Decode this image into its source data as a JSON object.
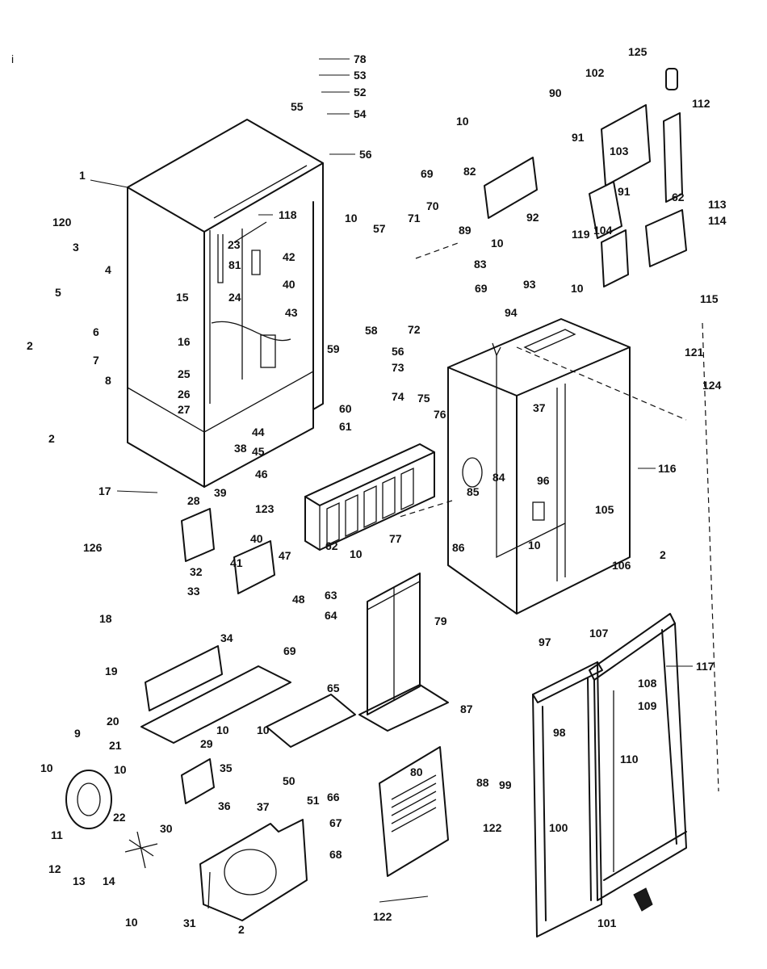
{
  "diagram": {
    "corner_mark": "i",
    "labels": [
      {
        "id": "78",
        "text": "78"
      },
      {
        "id": "53",
        "text": "53"
      },
      {
        "id": "52",
        "text": "52"
      },
      {
        "id": "54",
        "text": "54"
      },
      {
        "id": "55",
        "text": "55"
      },
      {
        "id": "56a",
        "text": "56"
      },
      {
        "id": "1",
        "text": "1"
      },
      {
        "id": "118",
        "text": "118"
      },
      {
        "id": "23",
        "text": "23"
      },
      {
        "id": "42",
        "text": "42"
      },
      {
        "id": "81a",
        "text": "81"
      },
      {
        "id": "40a",
        "text": "40"
      },
      {
        "id": "15",
        "text": "15"
      },
      {
        "id": "24",
        "text": "24"
      },
      {
        "id": "43",
        "text": "43"
      },
      {
        "id": "16",
        "text": "16"
      },
      {
        "id": "25",
        "text": "25"
      },
      {
        "id": "26",
        "text": "26"
      },
      {
        "id": "27",
        "text": "27"
      },
      {
        "id": "120",
        "text": "120"
      },
      {
        "id": "3",
        "text": "3"
      },
      {
        "id": "4",
        "text": "4"
      },
      {
        "id": "5",
        "text": "5"
      },
      {
        "id": "6",
        "text": "6"
      },
      {
        "id": "2a",
        "text": "2"
      },
      {
        "id": "7",
        "text": "7"
      },
      {
        "id": "8",
        "text": "8"
      },
      {
        "id": "2b",
        "text": "2"
      },
      {
        "id": "17",
        "text": "17"
      },
      {
        "id": "126",
        "text": "126"
      },
      {
        "id": "28",
        "text": "28"
      },
      {
        "id": "39",
        "text": "39"
      },
      {
        "id": "40b",
        "text": "40"
      },
      {
        "id": "41",
        "text": "41"
      },
      {
        "id": "32",
        "text": "32"
      },
      {
        "id": "33",
        "text": "33"
      },
      {
        "id": "47",
        "text": "47"
      },
      {
        "id": "48",
        "text": "48"
      },
      {
        "id": "18",
        "text": "18"
      },
      {
        "id": "34",
        "text": "34"
      },
      {
        "id": "19",
        "text": "19"
      },
      {
        "id": "20",
        "text": "20"
      },
      {
        "id": "21",
        "text": "21"
      },
      {
        "id": "10a",
        "text": "10"
      },
      {
        "id": "9",
        "text": "9"
      },
      {
        "id": "10b",
        "text": "10"
      },
      {
        "id": "10c",
        "text": "10"
      },
      {
        "id": "11",
        "text": "11"
      },
      {
        "id": "22",
        "text": "22"
      },
      {
        "id": "29",
        "text": "29"
      },
      {
        "id": "35",
        "text": "35"
      },
      {
        "id": "36",
        "text": "36"
      },
      {
        "id": "37a",
        "text": "37"
      },
      {
        "id": "30",
        "text": "30"
      },
      {
        "id": "12",
        "text": "12"
      },
      {
        "id": "13",
        "text": "13"
      },
      {
        "id": "14",
        "text": "14"
      },
      {
        "id": "10d",
        "text": "10"
      },
      {
        "id": "31",
        "text": "31"
      },
      {
        "id": "2c",
        "text": "2"
      },
      {
        "id": "44",
        "text": "44"
      },
      {
        "id": "45",
        "text": "45"
      },
      {
        "id": "38",
        "text": "38"
      },
      {
        "id": "46",
        "text": "46"
      },
      {
        "id": "123",
        "text": "123"
      },
      {
        "id": "10e",
        "text": "10"
      },
      {
        "id": "57",
        "text": "57"
      },
      {
        "id": "71",
        "text": "71"
      },
      {
        "id": "70",
        "text": "70"
      },
      {
        "id": "89",
        "text": "89"
      },
      {
        "id": "58",
        "text": "58"
      },
      {
        "id": "72",
        "text": "72"
      },
      {
        "id": "59",
        "text": "59"
      },
      {
        "id": "56b",
        "text": "56"
      },
      {
        "id": "73",
        "text": "73"
      },
      {
        "id": "74",
        "text": "74"
      },
      {
        "id": "60",
        "text": "60"
      },
      {
        "id": "75",
        "text": "75"
      },
      {
        "id": "76",
        "text": "76"
      },
      {
        "id": "61",
        "text": "61"
      },
      {
        "id": "77",
        "text": "77"
      },
      {
        "id": "62a",
        "text": "62"
      },
      {
        "id": "10f",
        "text": "10"
      },
      {
        "id": "63",
        "text": "63"
      },
      {
        "id": "64",
        "text": "64"
      },
      {
        "id": "79",
        "text": "79"
      },
      {
        "id": "69a",
        "text": "69"
      },
      {
        "id": "65",
        "text": "65"
      },
      {
        "id": "10g",
        "text": "10"
      },
      {
        "id": "50",
        "text": "50"
      },
      {
        "id": "51",
        "text": "51"
      },
      {
        "id": "66",
        "text": "66"
      },
      {
        "id": "10h",
        "text": "10"
      },
      {
        "id": "82",
        "text": "82"
      },
      {
        "id": "91a",
        "text": "91"
      },
      {
        "id": "69b",
        "text": "69"
      },
      {
        "id": "92",
        "text": "92"
      },
      {
        "id": "10i",
        "text": "10"
      },
      {
        "id": "83",
        "text": "83"
      },
      {
        "id": "119",
        "text": "119"
      },
      {
        "id": "69c",
        "text": "69"
      },
      {
        "id": "93",
        "text": "93"
      },
      {
        "id": "90",
        "text": "90"
      },
      {
        "id": "102a",
        "text": "102"
      },
      {
        "id": "125",
        "text": "125"
      },
      {
        "id": "112",
        "text": "112"
      },
      {
        "id": "103",
        "text": "103"
      },
      {
        "id": "91b",
        "text": "91"
      },
      {
        "id": "62b",
        "text": "62"
      },
      {
        "id": "113",
        "text": "113"
      },
      {
        "id": "114",
        "text": "114"
      },
      {
        "id": "104",
        "text": "104"
      },
      {
        "id": "10j",
        "text": "10"
      },
      {
        "id": "115",
        "text": "115"
      },
      {
        "id": "94",
        "text": "94"
      },
      {
        "id": "121",
        "text": "121"
      },
      {
        "id": "37b",
        "text": "37"
      },
      {
        "id": "124",
        "text": "124"
      },
      {
        "id": "116",
        "text": "116"
      },
      {
        "id": "85",
        "text": "85"
      },
      {
        "id": "84",
        "text": "84"
      },
      {
        "id": "96",
        "text": "96"
      },
      {
        "id": "105",
        "text": "105"
      },
      {
        "id": "86",
        "text": "86"
      },
      {
        "id": "10k",
        "text": "10"
      },
      {
        "id": "106",
        "text": "106"
      },
      {
        "id": "2d",
        "text": "2"
      },
      {
        "id": "97",
        "text": "97"
      },
      {
        "id": "107",
        "text": "107"
      },
      {
        "id": "117",
        "text": "117"
      },
      {
        "id": "108",
        "text": "108"
      },
      {
        "id": "109",
        "text": "109"
      },
      {
        "id": "98",
        "text": "98"
      },
      {
        "id": "110",
        "text": "110"
      },
      {
        "id": "87",
        "text": "87"
      },
      {
        "id": "80",
        "text": "80"
      },
      {
        "id": "88",
        "text": "88"
      },
      {
        "id": "99",
        "text": "99"
      },
      {
        "id": "67",
        "text": "67"
      },
      {
        "id": "122a",
        "text": "122"
      },
      {
        "id": "68",
        "text": "68"
      },
      {
        "id": "100",
        "text": "100"
      },
      {
        "id": "122b",
        "text": "122"
      },
      {
        "id": "101",
        "text": "101"
      }
    ]
  }
}
